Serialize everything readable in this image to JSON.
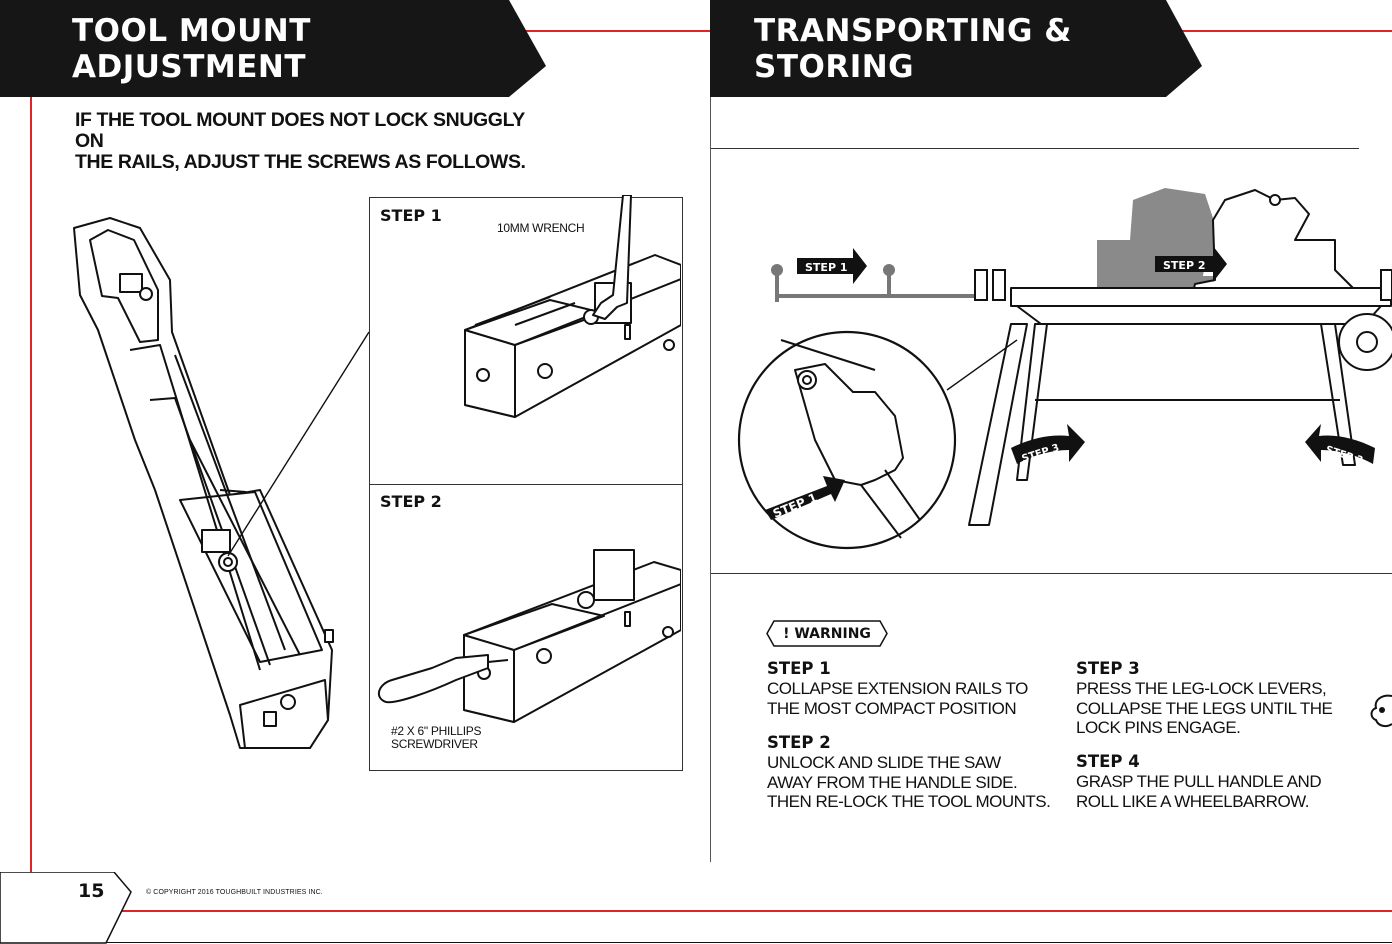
{
  "left": {
    "title": "TOOL MOUNT ADJUSTMENT",
    "intro_line1": "IF THE TOOL MOUNT DOES NOT LOCK SNUGGLY ON",
    "intro_line2": "THE RAILS, ADJUST THE SCREWS AS FOLLOWS.",
    "step1_label": "STEP 1",
    "step1_tool": "10MM WRENCH",
    "step2_label": "STEP 2",
    "step2_tool_line1": "#2 X 6\" PHILLIPS",
    "step2_tool_line2": "SCREWDRIVER"
  },
  "right": {
    "title": "TRANSPORTING & STORING",
    "figure_labels": {
      "step1_rail": "STEP 1",
      "step2": "STEP 2",
      "step3_left": "STEP 3",
      "step3_right": "STEP 3",
      "step1_detail": "STEP 1"
    },
    "warning_label": "!  WARNING",
    "instructions": [
      {
        "heading": "STEP 1",
        "lines": [
          "COLLAPSE EXTENSION RAILS TO",
          "THE MOST COMPACT POSITION"
        ]
      },
      {
        "heading": "STEP 2",
        "lines": [
          "UNLOCK AND SLIDE THE SAW",
          "AWAY FROM THE HANDLE SIDE.",
          "THEN RE-LOCK THE TOOL MOUNTS."
        ]
      },
      {
        "heading": "STEP 3",
        "lines": [
          "PRESS THE LEG-LOCK LEVERS,",
          "COLLAPSE THE LEGS UNTIL THE",
          "LOCK PINS ENGAGE."
        ]
      },
      {
        "heading": "STEP 4",
        "lines": [
          "GRASP THE PULL HANDLE AND",
          "ROLL LIKE A WHEELBARROW."
        ]
      }
    ]
  },
  "footer": {
    "page_number": "15",
    "copyright": "© COPYRIGHT 2016 TOUGHBUILT INDUSTRIES INC."
  },
  "colors": {
    "banner": "#161616",
    "trim": "#e0242c",
    "ghost": "#8a8a8a"
  }
}
